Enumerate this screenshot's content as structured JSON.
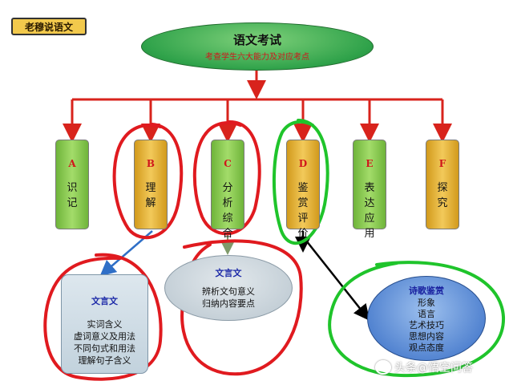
{
  "tag": "老穆说语文",
  "title": {
    "main": "语文考试",
    "sub": "考查学生六大能力及对应考点"
  },
  "abilities": [
    {
      "letter": "A",
      "text": [
        "识",
        "记"
      ],
      "color": "green"
    },
    {
      "letter": "B",
      "text": [
        "理",
        "解"
      ],
      "color": "orange"
    },
    {
      "letter": "C",
      "text": [
        "分",
        "析",
        "综",
        "合"
      ],
      "color": "green"
    },
    {
      "letter": "D",
      "text": [
        "鉴",
        "赏",
        "评",
        "价"
      ],
      "color": "orange"
    },
    {
      "letter": "E",
      "text": [
        "表",
        "达",
        "应",
        "用"
      ],
      "color": "green"
    },
    {
      "letter": "F",
      "text": [
        "探",
        "究"
      ],
      "color": "orange"
    }
  ],
  "wenyan_box": {
    "heading": "文言文",
    "items": [
      "实词含义",
      "虚词意义及用法",
      "不同句式和用法",
      "理解句子含义"
    ]
  },
  "wenyan_oval": {
    "heading": "文言文",
    "items": [
      "辨析文句意义",
      "归纳内容要点"
    ]
  },
  "poetry_oval": {
    "heading": "诗歌鉴赏",
    "items": [
      "形象",
      "语言",
      "艺术技巧",
      "思想内容",
      "观点态度"
    ]
  },
  "watermark": "头条@悟空问答",
  "colors": {
    "arrow_red": "#d8231c",
    "circle_red": "#e01a1f",
    "circle_green": "#1fc42b",
    "arrow_blue": "#2f6fc7",
    "arrow_black": "#000000"
  }
}
